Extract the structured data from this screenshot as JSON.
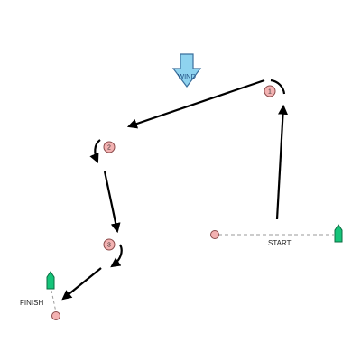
{
  "wind": {
    "label": "WIND",
    "fill": "#8fd3ef",
    "stroke": "#3a6f9c"
  },
  "start_line": {
    "label": "START"
  },
  "finish_line": {
    "label": "FINISH"
  },
  "marks": [
    {
      "id": "1",
      "label": "1"
    },
    {
      "id": "2",
      "label": "2"
    },
    {
      "id": "3",
      "label": "3"
    }
  ],
  "colors": {
    "mark_fill": "#f3b2b2",
    "mark_stroke": "#8a4a4a",
    "boat": "#16c47a",
    "boat_stroke": "#0b6b40",
    "leg": "#000000",
    "line": "#9a9a9a"
  }
}
